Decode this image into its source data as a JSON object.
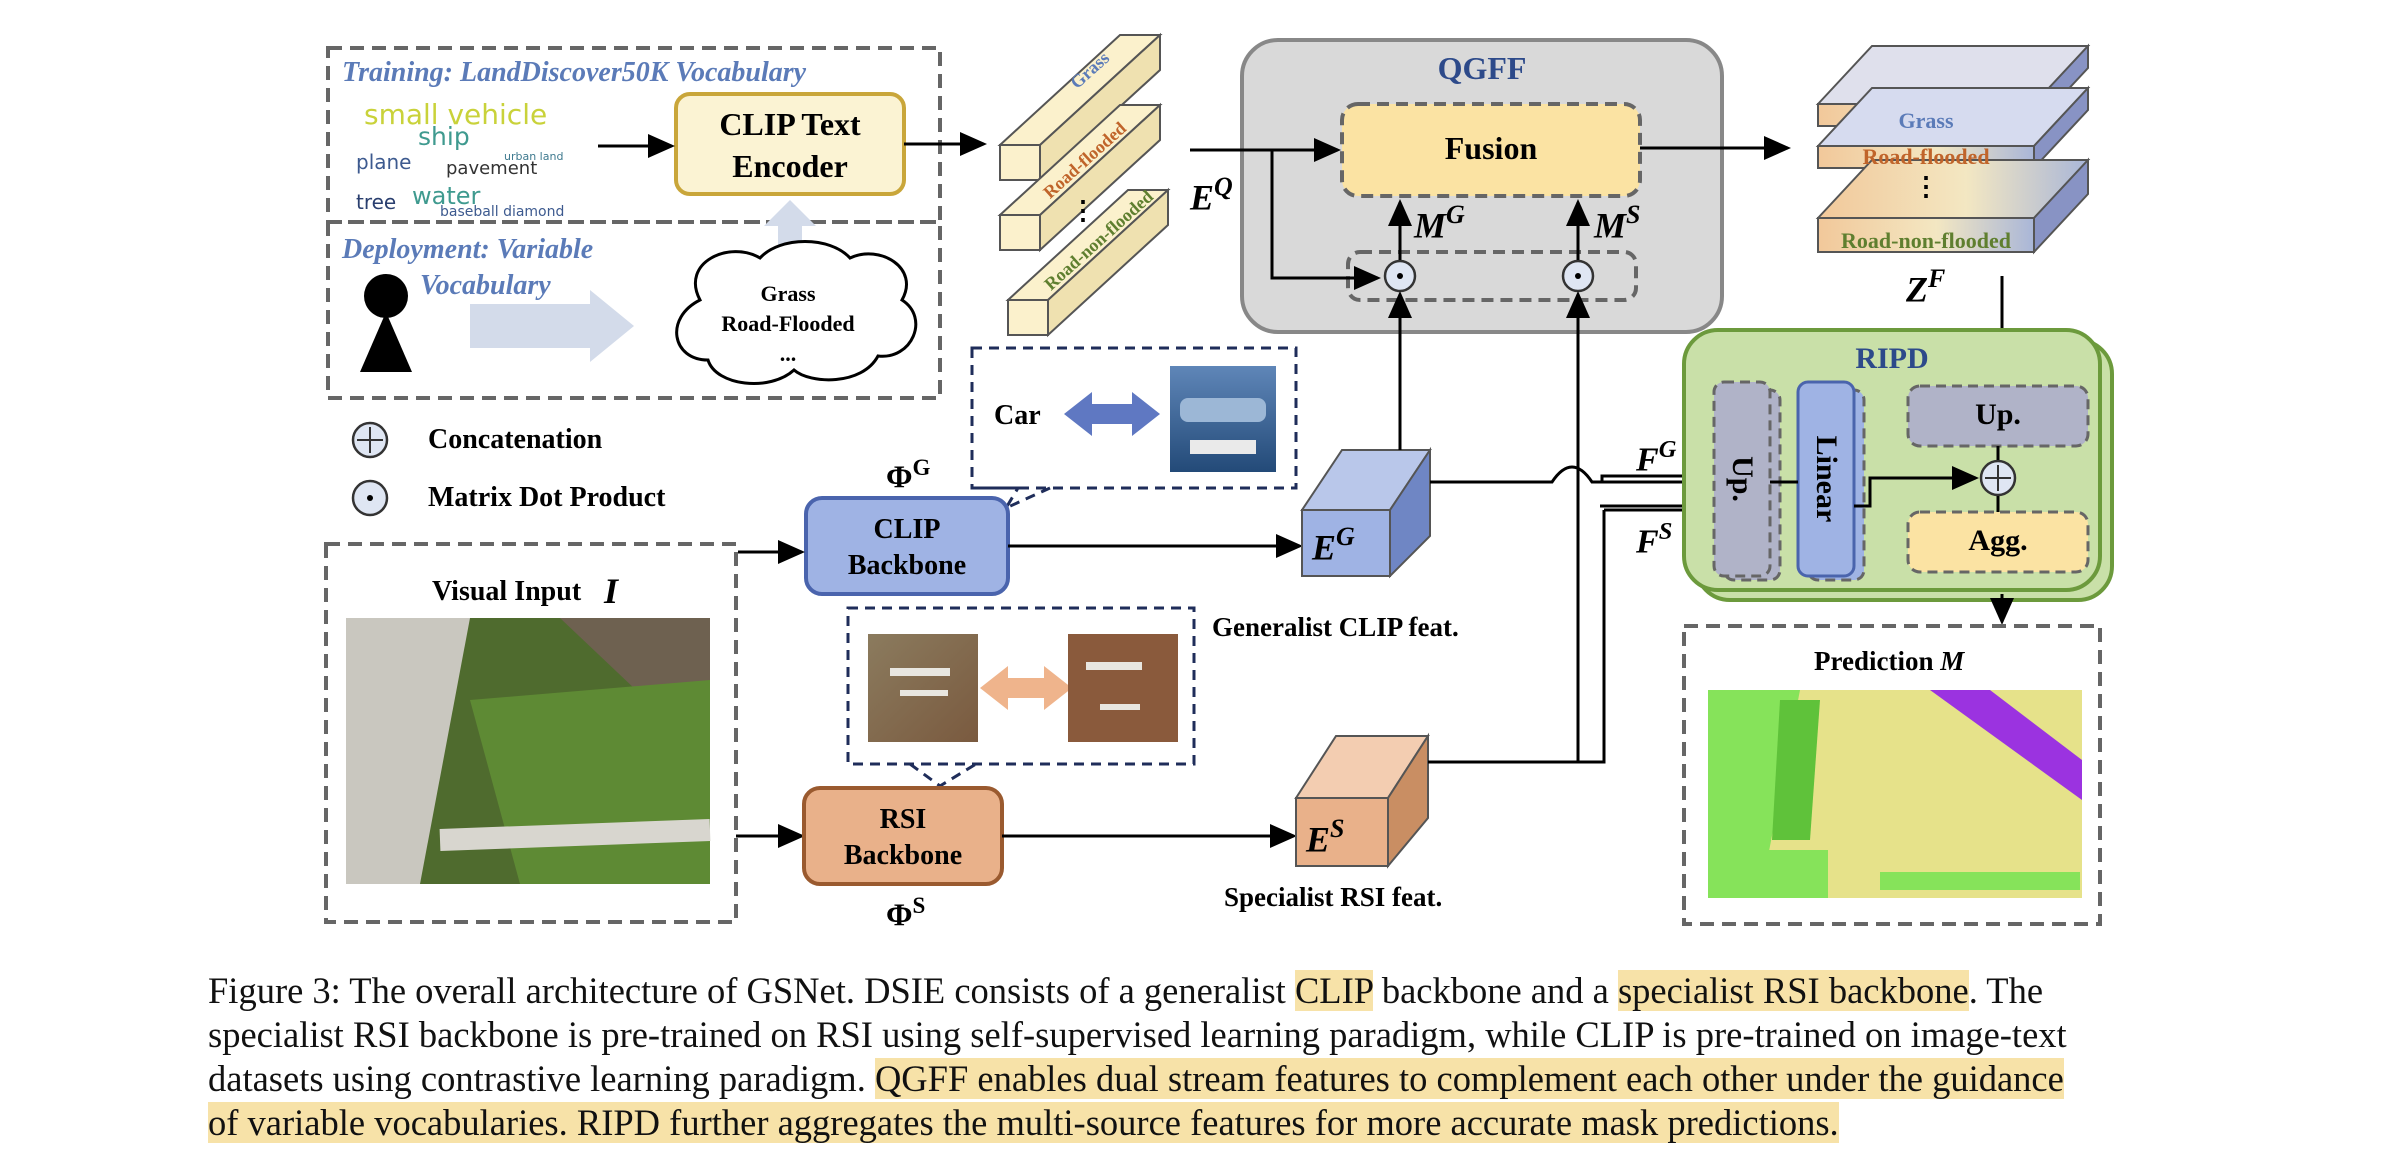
{
  "vocab_panel": {
    "training_title": "Training: LandDiscover50K Vocabulary",
    "deployment_title_line1": "Deployment: Variable",
    "deployment_title_line2": "Vocabulary",
    "word_cloud": {
      "small_vehicle": "small vehicle",
      "ship": "ship",
      "plane": "plane",
      "pavement": "pavement",
      "urban_land": "urban land",
      "tree": "tree",
      "water": "water",
      "baseball_diamond": "baseball diamond"
    },
    "cloud_items": [
      "Grass",
      "Road-Flooded",
      "..."
    ]
  },
  "text_encoder": {
    "line1": "CLIP Text",
    "line2": "Encoder"
  },
  "text_embeddings": {
    "items": [
      "Grass",
      "Road-flooded",
      "Road-non-flooded"
    ],
    "ellipsis": "⋮"
  },
  "qgff": {
    "title": "QGFF",
    "fusion": "Fusion"
  },
  "output_stack": {
    "items": [
      "Grass",
      "Road-flooded",
      "Road-non-flooded"
    ],
    "ellipsis": "⋮"
  },
  "ripd": {
    "title": "RIPD",
    "up_vertical": "Up.",
    "linear": "Linear",
    "up": "Up.",
    "agg": "Agg."
  },
  "legend": {
    "concatenation": "Concatenation",
    "matrix_dot": "Matrix Dot Product"
  },
  "car_panel": {
    "label": "Car"
  },
  "clip_backbone": {
    "line1": "CLIP",
    "line2": "Backbone"
  },
  "rsi_backbone": {
    "line1": "RSI",
    "line2": "Backbone"
  },
  "visual_input": {
    "label": "Visual Input"
  },
  "feature_labels": {
    "generalist": "Generalist CLIP feat.",
    "specialist": "Specialist RSI feat."
  },
  "prediction": {
    "label": "Prediction"
  },
  "symbols": {
    "EQ": "E",
    "EQ_sup": "Q",
    "MG": "M",
    "MG_sup": "G",
    "MS": "M",
    "MS_sup": "S",
    "ZF": "Z",
    "ZF_sup": "F",
    "FG": "F",
    "FG_sup": "G",
    "FS": "F",
    "FS_sup": "S",
    "EG": "E",
    "EG_sup": "G",
    "ES": "E",
    "ES_sup": "S",
    "PhiG": "Φ",
    "PhiG_sup": "G",
    "PhiS": "Φ",
    "PhiS_sup": "S",
    "I": "I",
    "M": "M"
  },
  "caption": {
    "l1a": "Figure 3: The overall architecture of GSNet. DSIE consists of a generalist ",
    "l1b": "CLIP",
    "l1c": " backbone and a ",
    "l1d": "specialist RSI backbone",
    "l1e": ". The",
    "l2": "specialist RSI backbone is pre-trained on RSI using self-supervised learning paradigm, while CLIP is pre-trained on image-text",
    "l3a": "datasets using contrastive learning paradigm. ",
    "l3b": "QGFF enables dual stream features to complement each other under the guidance",
    "l4": "of variable vocabularies. RIPD further aggregates the multi-source features for more accurate mask predictions."
  },
  "colors": {
    "section_blue": "#5b7bb8",
    "encoder_fill": "#fbf3d3",
    "encoder_border": "#c9a63a",
    "clip_fill": "#9fb3e4",
    "clip_border": "#4a64ad",
    "rsi_fill": "#e9b18a",
    "rsi_border": "#9a5a2f",
    "qgff_fill": "#d9d9d9",
    "ripd_fill": "#c9e0a8",
    "ripd_border": "#6c9a3c",
    "highlight": "#f7e2a8"
  }
}
